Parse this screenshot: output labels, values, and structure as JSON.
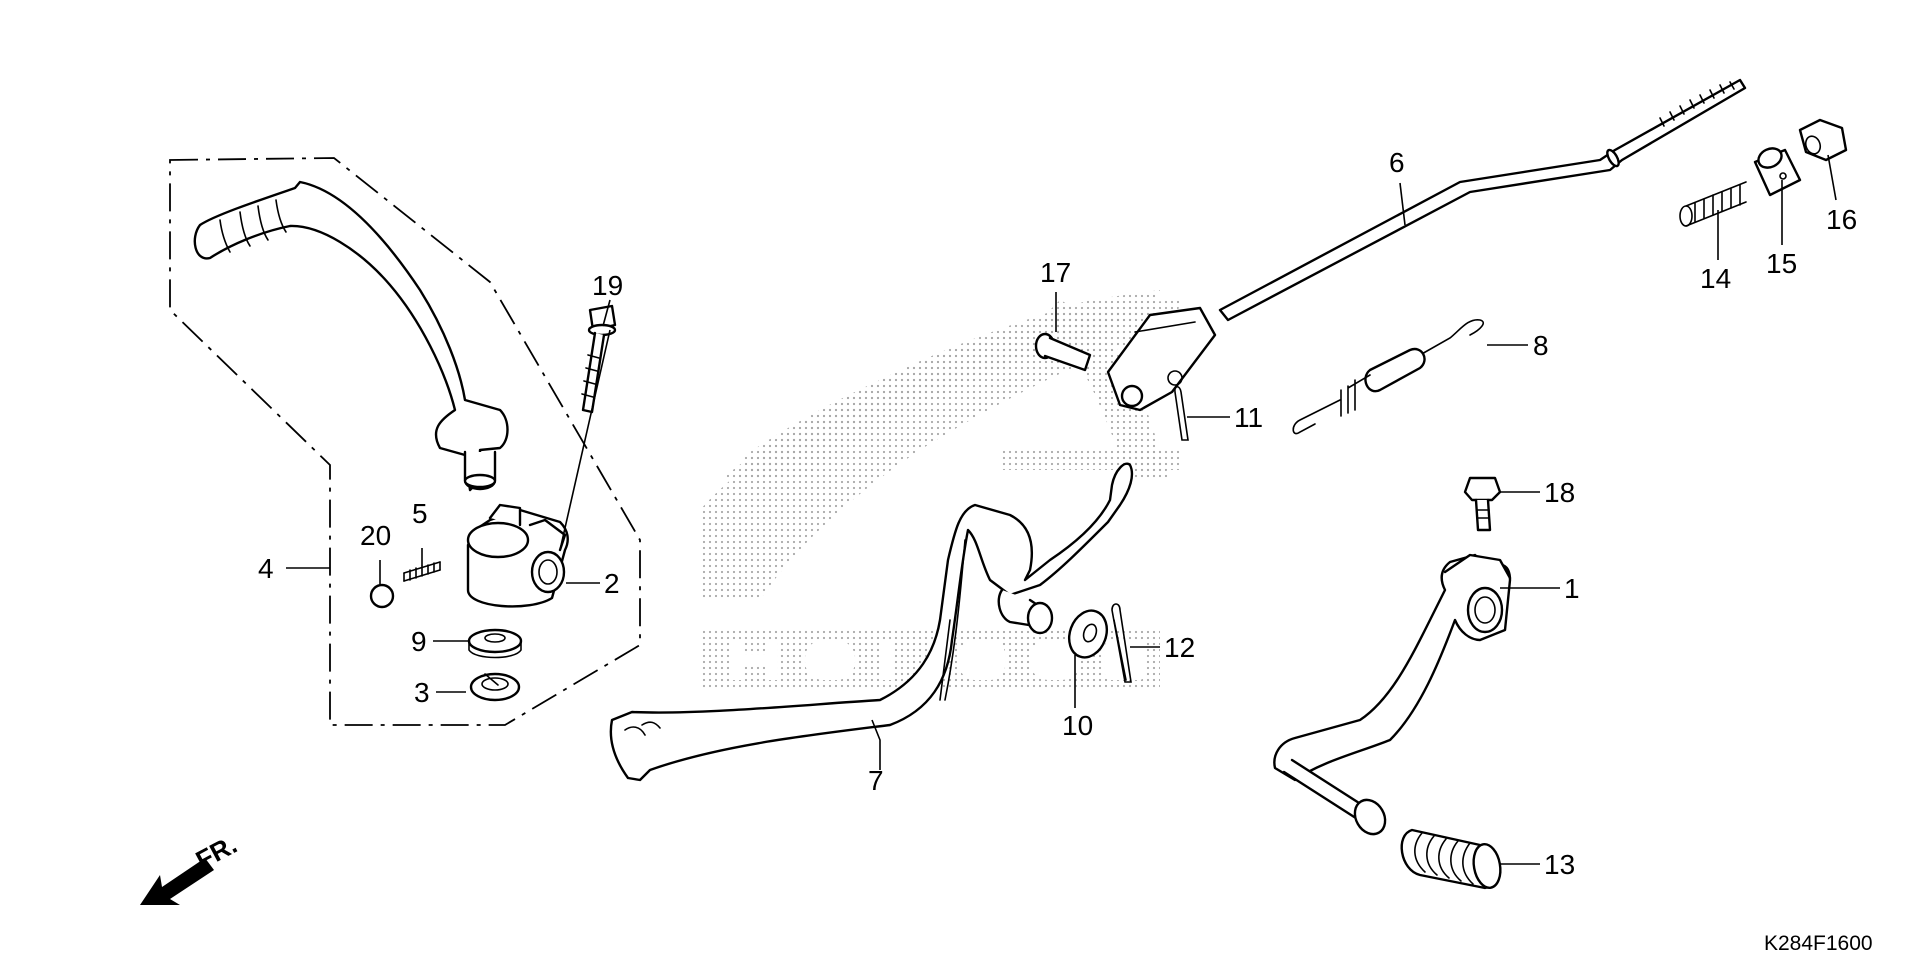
{
  "diagram": {
    "code": "K284F1600",
    "direction_label": "FR.",
    "callouts": [
      {
        "id": "c1",
        "text": "1"
      },
      {
        "id": "c2",
        "text": "2"
      },
      {
        "id": "c3",
        "text": "3"
      },
      {
        "id": "c4",
        "text": "4"
      },
      {
        "id": "c5",
        "text": "5"
      },
      {
        "id": "c6",
        "text": "6"
      },
      {
        "id": "c7",
        "text": "7"
      },
      {
        "id": "c8",
        "text": "8"
      },
      {
        "id": "c9",
        "text": "9"
      },
      {
        "id": "c10",
        "text": "10"
      },
      {
        "id": "c11",
        "text": "11"
      },
      {
        "id": "c12",
        "text": "12"
      },
      {
        "id": "c13",
        "text": "13"
      },
      {
        "id": "c14",
        "text": "14"
      },
      {
        "id": "c15",
        "text": "15"
      },
      {
        "id": "c16",
        "text": "16"
      },
      {
        "id": "c17",
        "text": "17"
      },
      {
        "id": "c18",
        "text": "18"
      },
      {
        "id": "c19",
        "text": "19"
      },
      {
        "id": "c20",
        "text": "20"
      }
    ]
  },
  "colors": {
    "ink": "#000000",
    "background": "#ffffff",
    "watermark": "#b8b8b8"
  }
}
